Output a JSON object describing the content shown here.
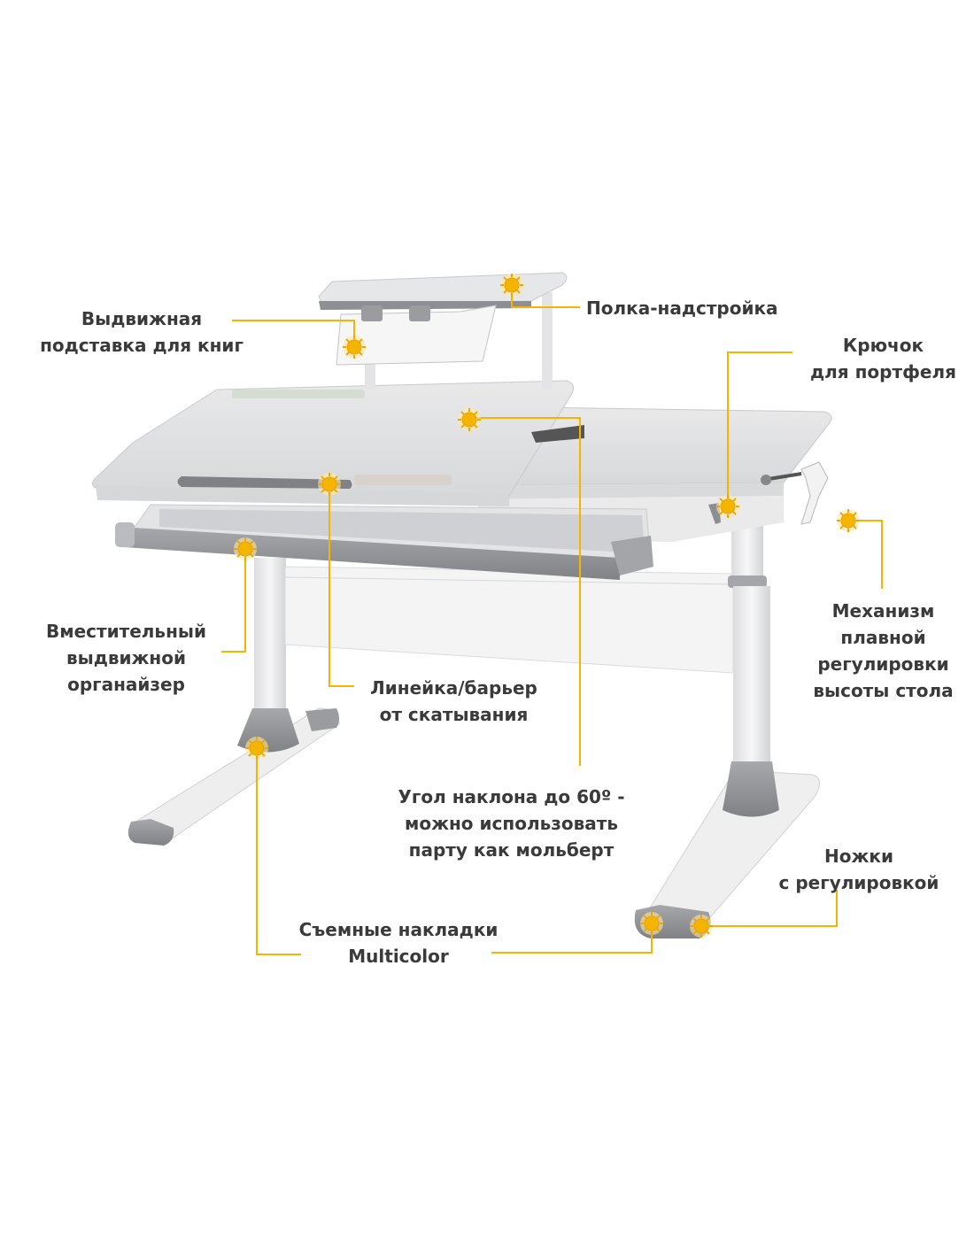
{
  "callouts": {
    "book_stand": [
      "Выдвижная",
      "подставка для книг"
    ],
    "shelf": [
      "Полка-надстройка"
    ],
    "hook": [
      "Крючок",
      "для портфеля"
    ],
    "organizer": [
      "Вместительный",
      "выдвижной",
      "органайзер"
    ],
    "ruler": [
      "Линейка/барьер",
      "от скатывания"
    ],
    "mechanism": [
      "Механизм",
      "плавной",
      "регулировки",
      "высоты стола"
    ],
    "tilt": [
      "Угол наклона до 60º -",
      "можно использовать",
      "парту как мольберт"
    ],
    "feet": [
      "Ножки",
      "с регулировкой"
    ],
    "pads": [
      "Съемные накладки",
      "Multicolor"
    ]
  },
  "colors": {
    "accent": "#f5b400",
    "accent_dark": "#e8a200",
    "desk_white": "#f2f2f3",
    "desk_gray": "#8d8f94",
    "text": "#3a3a3a"
  },
  "icons": {
    "marker": "sun-marker-icon"
  }
}
